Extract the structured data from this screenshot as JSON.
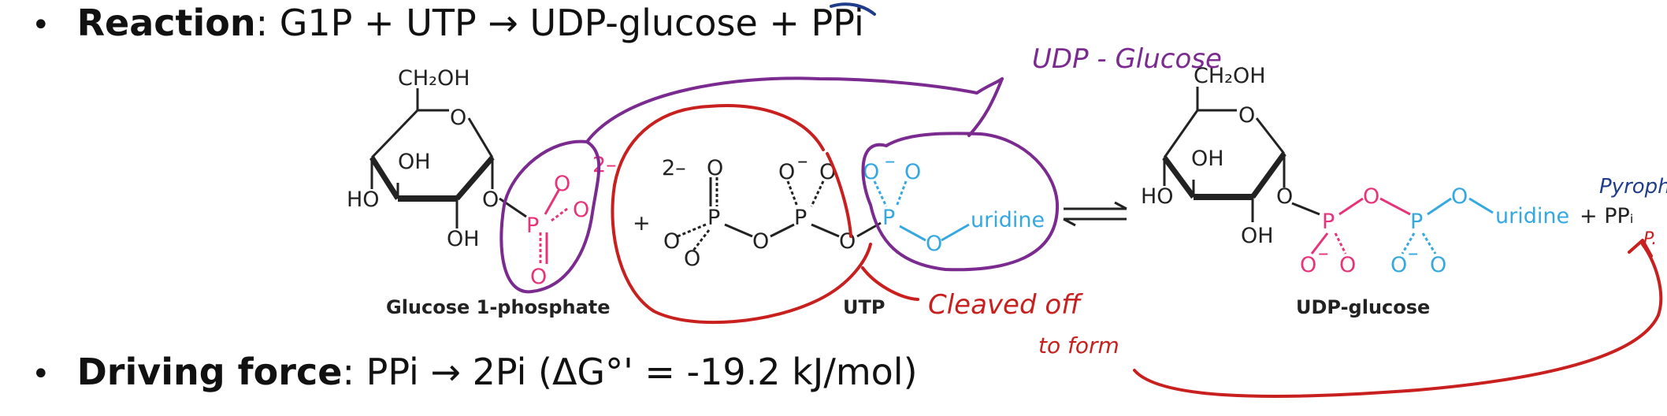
{
  "bullets": {
    "reaction": {
      "label": "Reaction",
      "text": ": G1P + UTP → UDP-glucose + PPi"
    },
    "driving": {
      "label": "Driving force",
      "text": ": PPi → 2Pi (ΔG°' = -19.2 kJ/mol)"
    }
  },
  "molecules": {
    "g1p": {
      "caption": "Glucose 1-phosphate",
      "ch2oh": "CH₂OH",
      "oh": "OH",
      "ho": "HO",
      "charge": "2–"
    },
    "utp": {
      "caption": "UTP",
      "charge": "2–",
      "uridine": "uridine"
    },
    "udpglc": {
      "caption": "UDP-glucose",
      "ch2oh": "CH₂OH",
      "uridine": "uridine"
    },
    "plus": "+",
    "ppi": "+ PPᵢ"
  },
  "annotations": {
    "udp_glucose": "UDP - Glucose",
    "cleaved": "Cleaved off",
    "to_form": "to form",
    "pyrophosphate": "Pyropho",
    "p_tail": "P."
  },
  "colors": {
    "text": "#111111",
    "phosphate_pink": "#e6337a",
    "uridine_blue": "#35a8e0",
    "ink_purple": "#7b2a8f",
    "ink_red": "#c8201e",
    "ink_navy": "#1f3d8a"
  }
}
